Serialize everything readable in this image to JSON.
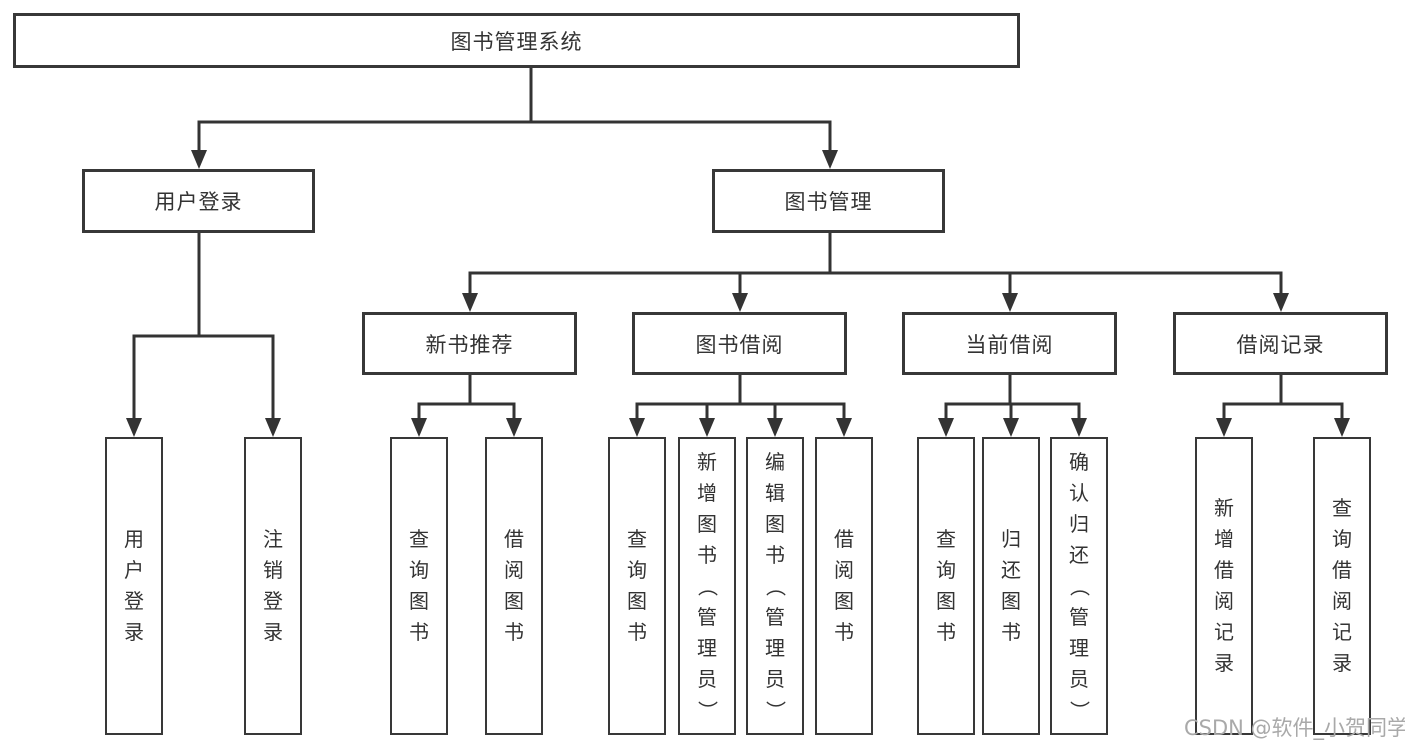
{
  "diagram": {
    "tree": {
      "root": {
        "label": "图书管理系统"
      },
      "branches": [
        {
          "label": "用户登录",
          "children": [
            "用户登录",
            "注销登录"
          ]
        },
        {
          "label": "图书管理",
          "sections": [
            {
              "label": "新书推荐",
              "children": [
                "查询图书",
                "借阅图书"
              ]
            },
            {
              "label": "图书借阅",
              "children": [
                "查询图书",
                "新增图书（管理员）",
                "编辑图书（管理员）",
                "借阅图书"
              ]
            },
            {
              "label": "当前借阅",
              "children": [
                "查询图书",
                "归还图书",
                "确认归还（管理员）"
              ]
            },
            {
              "label": "借阅记录",
              "children": [
                "新增借阅记录",
                "查询借阅记录"
              ]
            }
          ]
        }
      ]
    },
    "colors": {
      "line": "#333333",
      "border": "#383838",
      "text": "#333333",
      "background": "#ffffff",
      "watermark": "#a9a9a9"
    }
  },
  "watermark": {
    "text": "CSDN @软件_小贺同学"
  }
}
